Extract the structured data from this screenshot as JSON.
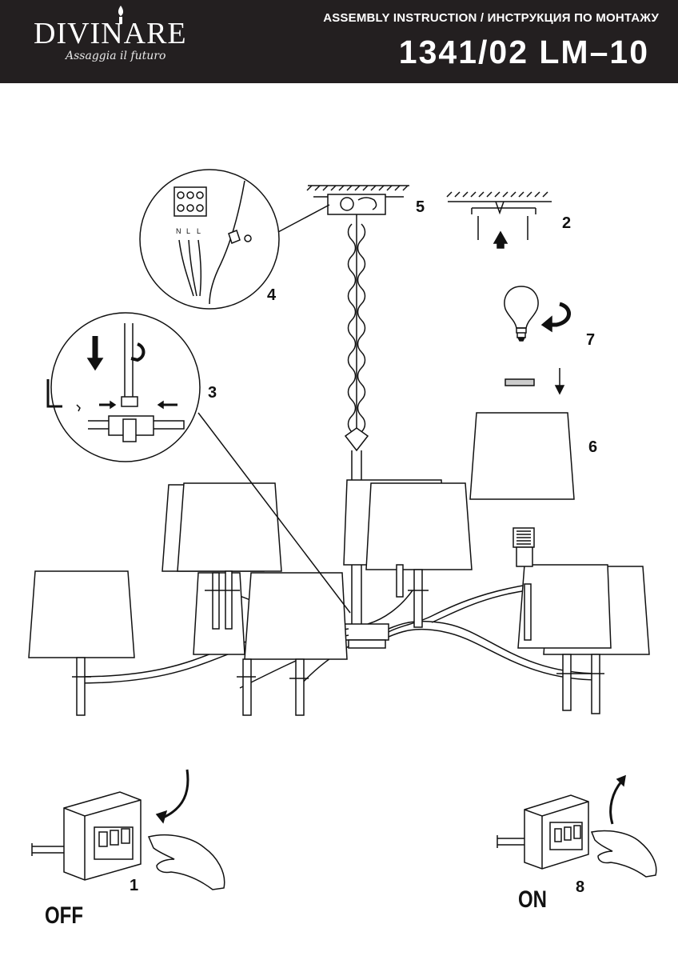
{
  "header": {
    "brand": "DIVINARE",
    "tagline": "Assaggia il futuro",
    "subtitle": "ASSEMBLY INSTRUCTION / ИНСТРУКЦИЯ ПО МОНТАЖУ",
    "model": "1341/02 LM–10"
  },
  "steps": {
    "s1": "1",
    "s2": "2",
    "s3": "3",
    "s4": "4",
    "s5": "5",
    "s6": "6",
    "s7": "7",
    "s8": "8"
  },
  "wires": {
    "n": "N",
    "l1": "L",
    "l2": "L"
  },
  "switches": {
    "off_label": "OFF",
    "on_label": "ON"
  }
}
